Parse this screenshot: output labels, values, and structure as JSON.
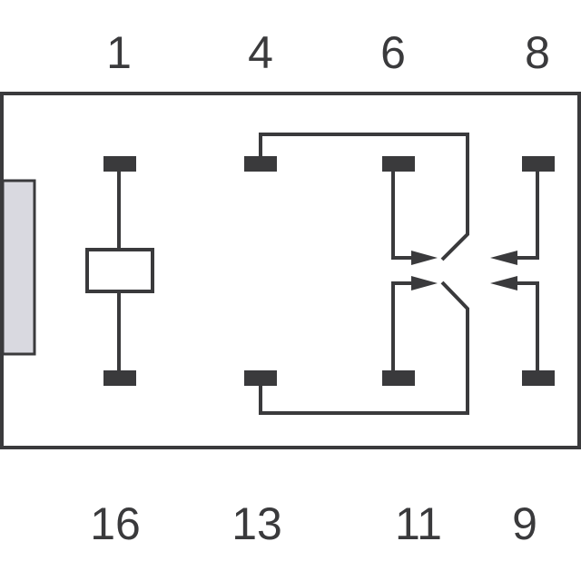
{
  "pins": {
    "top": [
      "1",
      "4",
      "6",
      "8"
    ],
    "bottom": [
      "16",
      "13",
      "11",
      "9"
    ]
  },
  "colors": {
    "line": "#3a3a3c",
    "tab": "#d9d9e0"
  }
}
